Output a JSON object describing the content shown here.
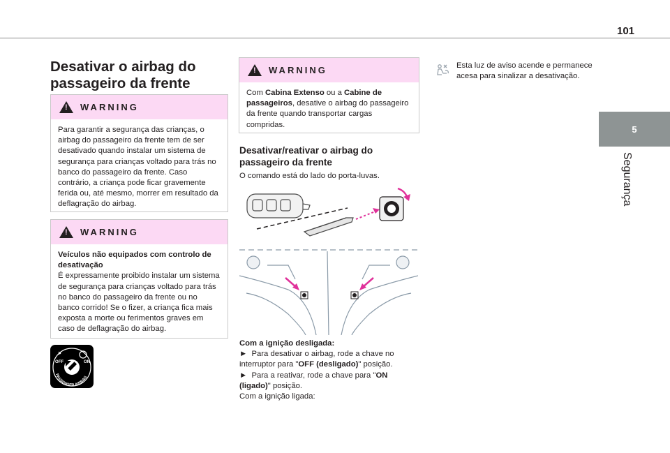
{
  "page_number": "101",
  "section": {
    "number": "5",
    "title": "Segurança"
  },
  "heading": "Desativar o airbag do passageiro da frente",
  "warning1": {
    "label": "WARNING",
    "text": "Para garantir a segurança das crianças, o airbag do passageiro da frente tem de ser desativado quando instalar um sistema de segurança para crianças voltado para trás no banco do passageiro da frente. Caso contrário, a criança pode ficar gravemente ferida ou, até mesmo, morrer em resultado da deflagração do airbag."
  },
  "warning2": {
    "label": "WARNING",
    "bold": "Veículos não equipados com controlo de desativação",
    "text": "É expressamente proibido instalar um sistema de segurança para crianças voltado para trás no banco do passageiro da frente ou no banco corrido! Se o fizer, a criança fica mais exposta a morte ou ferimentos graves em caso de deflagração do airbag."
  },
  "airbag_switch_icon": {
    "off": "OFF",
    "on": "ON",
    "caption": "PASSENGER AIRBAG"
  },
  "warning3": {
    "label": "WARNING",
    "pre": "Com ",
    "b1": "Cabina Extenso",
    "mid": " ou a ",
    "b2": "Cabine de passageiros",
    "post": ", desative o airbag do passageiro da frente quando transportar cargas compridas."
  },
  "subheading": "Desativar/reativar o airbag do passageiro da frente",
  "intro": "O comando está do lado do porta-luvas.",
  "instructions": {
    "ignition_off": "Com a ignição desligada:",
    "arrow": "►",
    "step1": "Para desativar o airbag, rode a chave no interruptor para \"",
    "step1_b": "OFF (desligado)",
    "step1_end": "\" posição.",
    "step2": "Para a reativar, rode a chave para \"",
    "step2_b": "ON (ligado)",
    "step2_end": "\" posição.",
    "ignition_on": "Com a ignição ligada:"
  },
  "indicator_text": "Esta luz de aviso acende e permanece acesa para sinalizar a desativação.",
  "colors": {
    "warning_bg": "#fcd9f4",
    "tab_bg": "#8e9494",
    "accent_magenta": "#e0319a"
  }
}
